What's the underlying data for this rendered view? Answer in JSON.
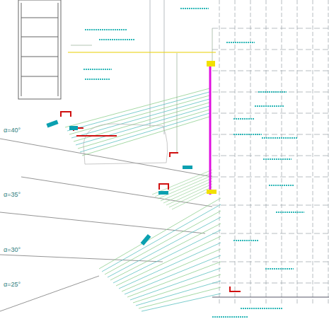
{
  "diagram": {
    "labels": [
      "α=40°",
      "α=35°",
      "α=30°",
      "α=25°"
    ]
  }
}
